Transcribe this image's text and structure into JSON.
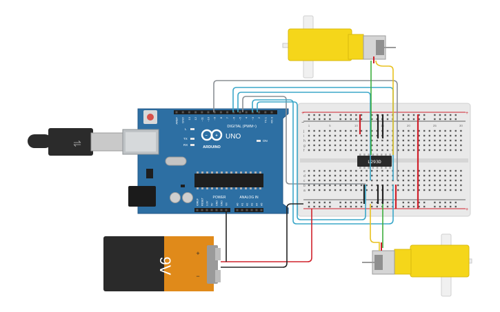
{
  "arduino": {
    "brand": "ARDUINO",
    "model": "UNO",
    "digital_label": "DIGITAL (PWM~)",
    "power_label": "POWER",
    "analog_label": "ANALOG IN",
    "on_label": "ON",
    "led_l": "L",
    "led_tx": "TX",
    "led_rx": "RX",
    "digital_pins": [
      "AREF",
      "GND",
      "13",
      "12",
      "~11",
      "~10",
      "~9",
      "8",
      "7",
      "~6",
      "~5",
      "4",
      "~3",
      "2",
      "TX 1",
      "RX 0"
    ],
    "power_pins": [
      "IOREF",
      "RESET",
      "3.3V",
      "5V",
      "GND",
      "GND",
      "Vin"
    ],
    "analog_pins": [
      "A0",
      "A1",
      "A2",
      "A3",
      "A4",
      "A5"
    ]
  },
  "battery": {
    "voltage": "9V",
    "plus": "+",
    "minus": "−"
  },
  "chip": {
    "label": "L293D"
  },
  "breadboard": {
    "col_numbers": [
      "1",
      "5",
      "10",
      "15",
      "20",
      "25",
      "30"
    ],
    "row_letters_top": [
      "j",
      "i",
      "h",
      "g",
      "f"
    ],
    "row_letters_bottom": [
      "e",
      "d",
      "c",
      "b",
      "a"
    ],
    "rail_plus": "+",
    "rail_minus": "−"
  },
  "colors": {
    "board_blue": "#2d6fa3",
    "wire_red": "#d0202a",
    "wire_black": "#222222",
    "wire_green": "#3cae3c",
    "wire_yellow": "#e8c11e",
    "wire_cyan": "#3aa7c9",
    "wire_gray": "#8a8f94",
    "motor_yellow": "#f5d61a"
  }
}
